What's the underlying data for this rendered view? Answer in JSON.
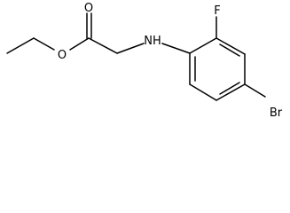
{
  "structure": {
    "atoms": {
      "carbonyl_oxygen": "O",
      "ester_oxygen": "O",
      "amine": "NH",
      "fluorine": "F",
      "bromine": "Br"
    }
  }
}
